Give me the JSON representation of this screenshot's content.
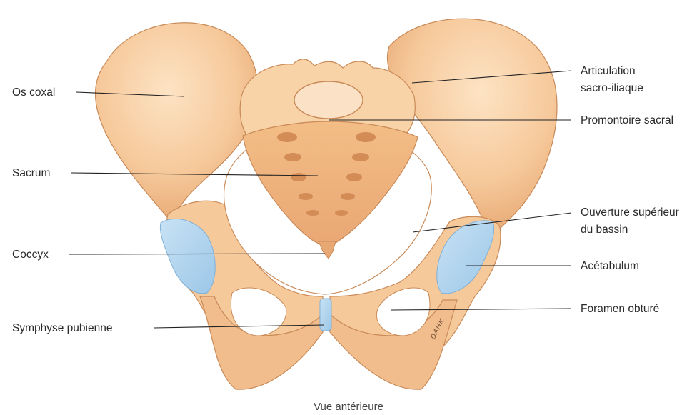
{
  "labels": {
    "os_coxal": "Os coxal",
    "sacrum": "Sacrum",
    "coccyx": "Coccyx",
    "symphyse": "Symphyse pubienne",
    "articulation_line1": "Articulation",
    "articulation_line2": "sacro-iliaque",
    "promontoire": "Promontoire sacral",
    "ouverture_line1": "Ouverture supérieur",
    "ouverture_line2": "du bassin",
    "acetabulum": "Acétabulum",
    "foramen": "Foramen obturé"
  },
  "caption": "Vue antérieure",
  "signature": "DAHK",
  "colors": {
    "bone": "#f6c99b",
    "bone_light": "#fbdcb8",
    "bone_shadow": "#e3a06b",
    "cartilage": "#aed2ee",
    "leader_line": "#222222",
    "text": "#2a2a2a"
  }
}
